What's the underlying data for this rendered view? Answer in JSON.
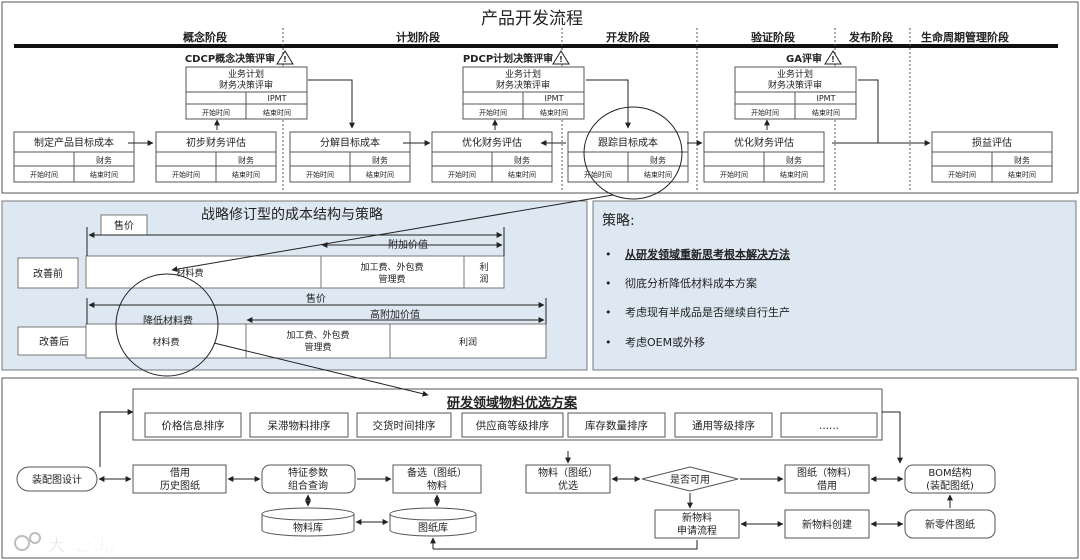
{
  "title": "产品开发流程",
  "phases": [
    "概念阶段",
    "计划阶段",
    "开发阶段",
    "验证阶段",
    "发布阶段",
    "生命周期管理阶段"
  ],
  "reviews": {
    "cdcp": "CDCP概念决策评审",
    "pdcp": "PDCP计划决策评审",
    "ga": "GA评审"
  },
  "review_box": {
    "line1": "业务计划",
    "line2": "财务决策评审",
    "owner": "IPMT",
    "start": "开始时间",
    "end": "结束时间"
  },
  "task_owner": "财务",
  "tasks": [
    "制定产品目标成本",
    "初步财务评估",
    "分解目标成本",
    "优化财务评估",
    "跟踪目标成本",
    "优化财务评估",
    "损益评估"
  ],
  "strategy_title": "战略修订型的成本结构与策略",
  "cost": {
    "price": "售价",
    "added_value": "附加价值",
    "before": "改善前",
    "after": "改善后",
    "material": "材料费",
    "processing_1": "加工费、外包费",
    "processing_2": "管理费",
    "profit_1": "利",
    "profit_2": "润",
    "profit": "利润",
    "reduce_material": "降低材料费",
    "high_added_value": "高附加价值"
  },
  "strategy": {
    "heading": "策略:",
    "items": [
      "从研发领域重新思考根本解决方法",
      "彻底分析降低材料成本方案",
      "考虑现有半成品是否继续自行生产",
      "考虑OEM或外移"
    ]
  },
  "material_plan": {
    "title": "研发领域物料优选方案",
    "sorts": [
      "价格信息排序",
      "呆滞物料排序",
      "交货时间排序",
      "供应商等级排序",
      "库存数量排序",
      "通用等级排序",
      "......"
    ],
    "assembly": "装配图设计",
    "borrow_1": "借用",
    "borrow_2": "历史图纸",
    "feature_1": "特征参数",
    "feature_2": "组合查询",
    "candidate_1": "备选（图纸）",
    "candidate_2": "物料",
    "material_lib": "物料库",
    "drawing_lib": "图纸库",
    "preferred_1": "物料（图纸）",
    "preferred_2": "优选",
    "available": "是否可用",
    "drawing_borrow_1": "图纸（物料）",
    "drawing_borrow_2": "借用",
    "bom_1": "BOM结构",
    "bom_2": "(装配图纸)",
    "new_apply_1": "新物料",
    "new_apply_2": "申请流程",
    "new_create": "新物料创建",
    "new_part": "新零件图纸"
  },
  "watermark": "大数跨境"
}
